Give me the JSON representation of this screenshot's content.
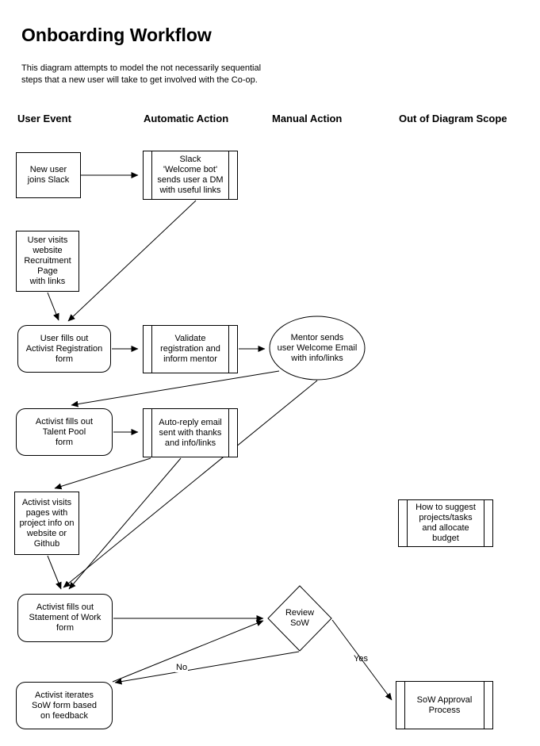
{
  "page": {
    "title": "Onboarding Workflow",
    "subtitle": "This diagram attempts to model the not necessarily sequential\nsteps that a new user will take to get involved with the Co-op."
  },
  "columns": [
    {
      "label": "User Event"
    },
    {
      "label": "Automatic Action"
    },
    {
      "label": "Manual Action"
    },
    {
      "label": "Out of Diagram Scope"
    }
  ],
  "nodes": {
    "new_user_joins_slack": {
      "label": "New user\njoins Slack",
      "shape": "rectangle",
      "column": "User Event"
    },
    "welcome_bot": {
      "label": "Slack\n'Welcome bot'\nsends user a DM\nwith useful links",
      "shape": "subprocess",
      "column": "Automatic Action"
    },
    "visits_recruitment": {
      "label": "User visits\nwebsite\nRecruitment\nPage\nwith links",
      "shape": "rectangle",
      "column": "User Event"
    },
    "registration_form": {
      "label": "User fills out\nActivist Registration\nform",
      "shape": "rounded-rectangle",
      "column": "User Event"
    },
    "validate_registration": {
      "label": "Validate\nregistration and\ninform mentor",
      "shape": "subprocess",
      "column": "Automatic Action"
    },
    "mentor_welcome_email": {
      "label": "Mentor sends\nuser Welcome Email\nwith info/links",
      "shape": "ellipse",
      "column": "Manual Action"
    },
    "talent_pool_form": {
      "label": "Activist fills out\nTalent Pool\nform",
      "shape": "rounded-rectangle",
      "column": "User Event"
    },
    "auto_reply_email": {
      "label": "Auto-reply email\nsent with thanks\nand info/links",
      "shape": "subprocess",
      "column": "Automatic Action"
    },
    "visits_project_pages": {
      "label": "Activist visits\npages with\nproject info on\nwebsite or\nGithub",
      "shape": "rectangle",
      "column": "User Event"
    },
    "how_to_suggest": {
      "label": "How to suggest\nprojects/tasks\nand allocate\nbudget",
      "shape": "subprocess",
      "column": "Out of Diagram Scope"
    },
    "sow_form": {
      "label": "Activist fills out\nStatement of Work\nform",
      "shape": "rounded-rectangle",
      "column": "User Event"
    },
    "review_sow": {
      "label": "Review\nSoW",
      "shape": "decision-diamond",
      "column": "Manual Action"
    },
    "iterates_sow": {
      "label": "Activist iterates\nSoW form based\non feedback",
      "shape": "rounded-rectangle",
      "column": "User Event"
    },
    "sow_approval": {
      "label": "SoW Approval\nProcess",
      "shape": "subprocess",
      "column": "Out of Diagram Scope"
    }
  },
  "edges": [
    {
      "from": "new_user_joins_slack",
      "to": "welcome_bot",
      "label": ""
    },
    {
      "from": "welcome_bot",
      "to": "registration_form",
      "label": ""
    },
    {
      "from": "visits_recruitment",
      "to": "registration_form",
      "label": ""
    },
    {
      "from": "registration_form",
      "to": "validate_registration",
      "label": ""
    },
    {
      "from": "validate_registration",
      "to": "mentor_welcome_email",
      "label": ""
    },
    {
      "from": "mentor_welcome_email",
      "to": "talent_pool_form",
      "label": ""
    },
    {
      "from": "talent_pool_form",
      "to": "auto_reply_email",
      "label": ""
    },
    {
      "from": "auto_reply_email",
      "to": "visits_project_pages",
      "label": ""
    },
    {
      "from": "auto_reply_email",
      "to": "sow_form",
      "label": ""
    },
    {
      "from": "mentor_welcome_email",
      "to": "sow_form",
      "label": ""
    },
    {
      "from": "visits_project_pages",
      "to": "sow_form",
      "label": ""
    },
    {
      "from": "sow_form",
      "to": "review_sow",
      "label": ""
    },
    {
      "from": "review_sow",
      "to": "iterates_sow",
      "label": "No"
    },
    {
      "from": "iterates_sow",
      "to": "review_sow",
      "label": ""
    },
    {
      "from": "review_sow",
      "to": "sow_approval",
      "label": "Yes"
    }
  ],
  "edge_labels": {
    "yes": "Yes",
    "no": "No"
  },
  "colors": {
    "stroke": "#000000",
    "background": "#ffffff",
    "text": "#000000"
  }
}
